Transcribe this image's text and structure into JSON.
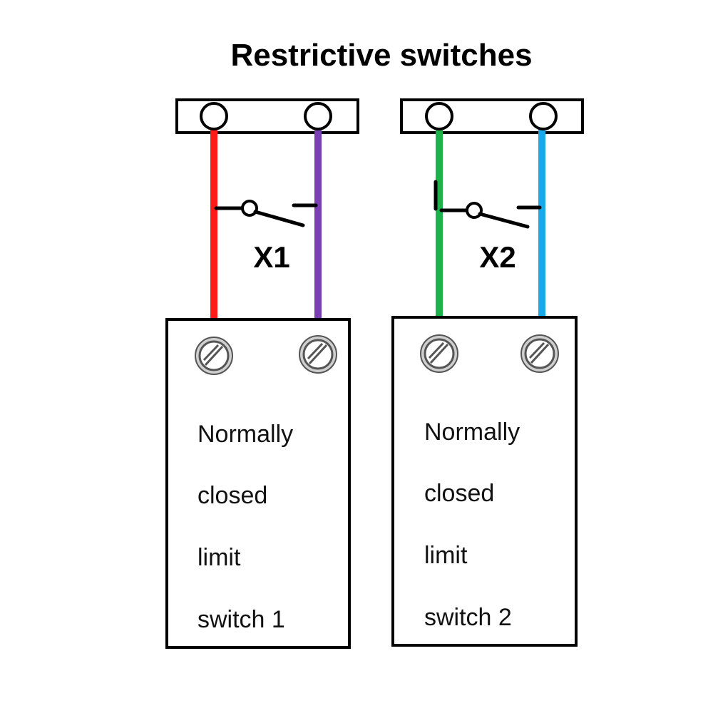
{
  "title": "Restrictive switches",
  "switches": [
    {
      "connector_label": "X1",
      "wire_colors": [
        "#ff1a1a",
        "#7a3fb0"
      ],
      "text_lines": [
        "Normally",
        "closed",
        "limit",
        "switch 1"
      ]
    },
    {
      "connector_label": "X2",
      "wire_colors": [
        "#1db34a",
        "#19a8e8"
      ],
      "text_lines": [
        "Normally",
        "closed",
        "limit",
        "switch 2"
      ]
    }
  ]
}
